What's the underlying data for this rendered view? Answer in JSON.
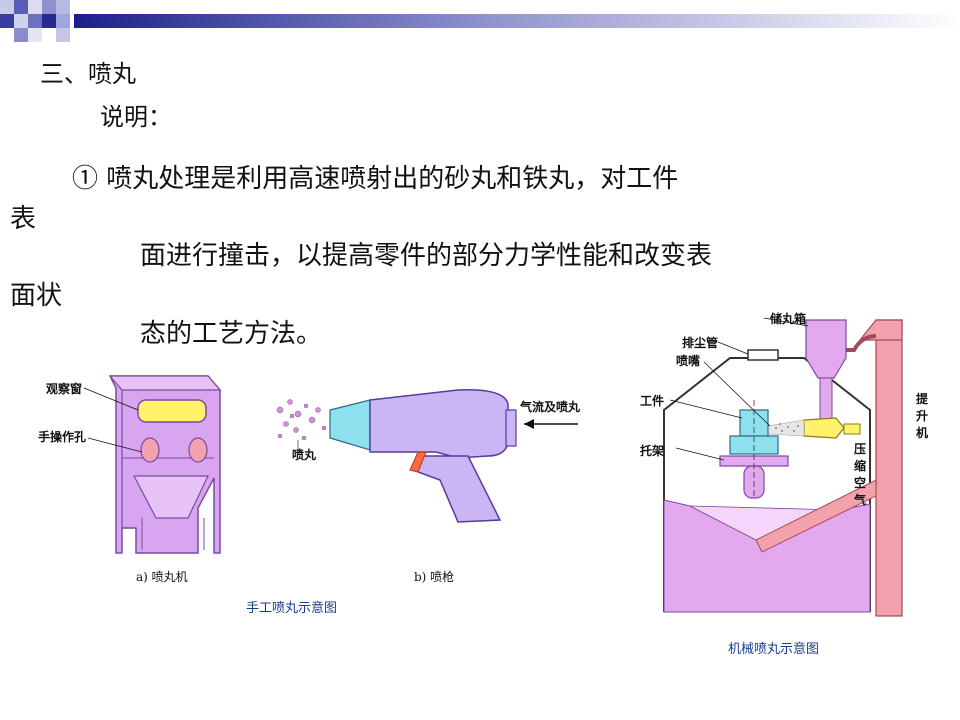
{
  "slide": {
    "title": "三、喷丸",
    "subtitle": "说明：",
    "paragraph": {
      "line1": "①  喷丸处理是利用高速喷射出的砂丸和铁丸，对工件",
      "line2": "表",
      "line3": "面进行撞击，以提高零件的部分力学性能和改变表",
      "line4": "面状",
      "line5": "态的工艺方法。"
    }
  },
  "figure_manual": {
    "machine_labels": {
      "window": "观察窗",
      "hand_hole": "手操作孔"
    },
    "gun_labels": {
      "airflow": "气流及喷丸",
      "shot": "喷丸"
    },
    "caption_a": "a) 喷丸机",
    "caption_b": "b) 喷枪",
    "caption_main": "手工喷丸示意图"
  },
  "figure_mechanical": {
    "labels": {
      "hopper": "储丸箱",
      "dust_pipe": "排尘管",
      "nozzle": "喷嘴",
      "workpiece": "工件",
      "bracket": "托架",
      "elevator": [
        "提",
        "升",
        "机"
      ],
      "compressed_air": [
        "压",
        "缩",
        "空",
        "气"
      ]
    },
    "caption": "机械喷丸示意图"
  },
  "colors": {
    "purple_fill": "#d8a6f0",
    "purple_stroke": "#7a4aa0",
    "pink_fill": "#f3a1ad",
    "cyan_fill": "#8fe0ee",
    "yellow_fill": "#fff36b",
    "caption_blue": "#1a3e8c"
  }
}
